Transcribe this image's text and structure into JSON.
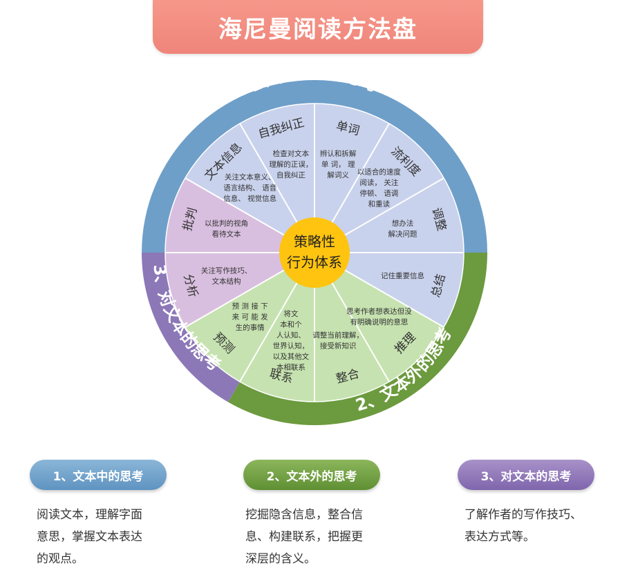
{
  "title": "海尼曼阅读方法盘",
  "wheel": {
    "center": {
      "line1": "策略性",
      "line2": "行为体系"
    },
    "ring_labels": {
      "blue": "1、文本中的思考",
      "green": "2、文本外的思考",
      "purple": "3、对文本的思考"
    },
    "segments": [
      {
        "group": "blue",
        "title": "单词",
        "desc": [
          "辨认和拆解",
          "单 词， 理",
          "解词义"
        ]
      },
      {
        "group": "blue",
        "title": "流利度",
        "desc": [
          "以适合的速度",
          "阅读， 关注",
          "停顿、 语调",
          "和重读"
        ]
      },
      {
        "group": "blue",
        "title": "调整",
        "desc": [
          "想办法",
          "解决问题"
        ]
      },
      {
        "group": "blue",
        "title": "总结",
        "desc": [
          "记住重要信息"
        ]
      },
      {
        "group": "green",
        "title": "推理",
        "desc": [
          "思考作者想表达但没",
          "有明确说明的意思"
        ]
      },
      {
        "group": "green",
        "title": "整合",
        "desc": [
          "调整当前理解，",
          "接受新知识"
        ]
      },
      {
        "group": "green",
        "title": "联系",
        "desc": [
          "将文",
          "本和个",
          "人认知、",
          "世界认知，",
          "以及其他文",
          "本相联系"
        ]
      },
      {
        "group": "green",
        "title": "预测",
        "desc": [
          "预 测 接 下",
          "来 可 能 发",
          "生的事情"
        ]
      },
      {
        "group": "purple",
        "title": "分析",
        "desc": [
          "关注写作技巧、",
          "文本结构"
        ]
      },
      {
        "group": "purple",
        "title": "批判",
        "desc": [
          "以批判的视角",
          "看待文本"
        ]
      },
      {
        "group": "blue",
        "title": "文本信息",
        "desc": [
          "关注文本意义、",
          "语言结构、 语音",
          "信息、 视觉信息"
        ]
      },
      {
        "group": "blue",
        "title": "自我纠正",
        "desc": [
          "检查对文本",
          "理解的正误，",
          "自我纠正"
        ]
      }
    ]
  },
  "legend": [
    {
      "label": "1、文本中的思考",
      "desc_lines": [
        "阅读文本，理解字面",
        "意思，掌握文本表达",
        "的观点。"
      ]
    },
    {
      "label": "2、文本外的思考",
      "desc_lines": [
        "挖掘隐含信息，整合信",
        "息、构建联系，把握更",
        "深层的含义。"
      ]
    },
    {
      "label": "3、对文本的思考",
      "desc_lines": [
        "了解作者的写作技巧、",
        "表达方式等。"
      ]
    }
  ],
  "colors": {
    "title_bg": "#f28c80",
    "ring_blue": "#6e9fc9",
    "ring_green": "#6c9a3e",
    "ring_purple": "#8c78b7",
    "fill_blue": "#c9d2ec",
    "fill_green": "#c6e2b0",
    "fill_purple": "#d9bfdf",
    "center": "#ffc40f"
  }
}
